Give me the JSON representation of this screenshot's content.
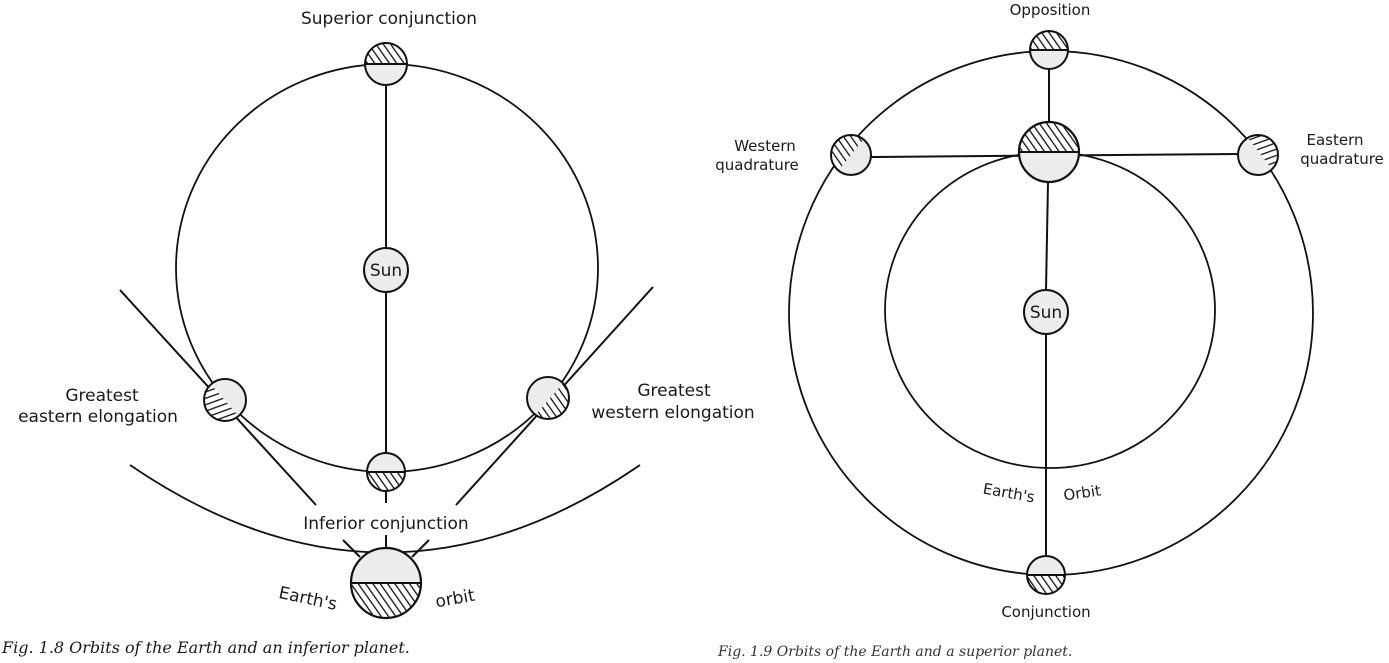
{
  "fig_1_8": {
    "caption": "Fig. 1.8  Orbits of the Earth and an inferior planet.",
    "labels": {
      "superior_conjunction": "Superior conjunction",
      "sun": "Sun",
      "greatest_eastern_1": "Greatest",
      "greatest_eastern_2": "eastern elongation",
      "greatest_western_1": "Greatest",
      "greatest_western_2": "western elongation",
      "inferior_conjunction": "Inferior conjunction",
      "earths": "Earth's",
      "orbit": "orbit"
    }
  },
  "fig_1_9": {
    "caption": "Fig. 1.9  Orbits of the Earth and a superior planet.",
    "labels": {
      "opposition": "Opposition",
      "western_quadrature_1": "Western",
      "western_quadrature_2": "quadrature",
      "eastern_quadrature_1": "Eastern",
      "eastern_quadrature_2": "quadrature",
      "sun": "Sun",
      "earths": "Earth's",
      "orbit": "Orbit",
      "conjunction": "Conjunction"
    }
  },
  "colors": {
    "ink": "#111111",
    "lit_fill": "#ececec",
    "background": "#ffffff"
  }
}
